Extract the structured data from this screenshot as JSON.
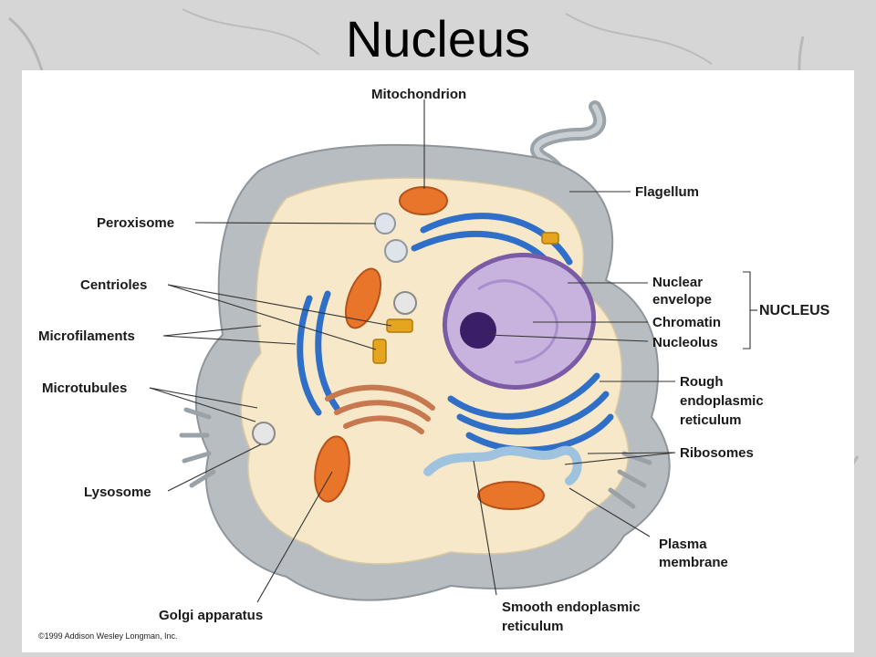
{
  "slide": {
    "title": "Nucleus"
  },
  "diagram": {
    "labels": {
      "mitochondrion": "Mitochondrion",
      "flagellum": "Flagellum",
      "peroxisome": "Peroxisome",
      "centrioles": "Centrioles",
      "microfilaments": "Microfilaments",
      "microtubules": "Microtubules",
      "lysosome": "Lysosome",
      "golgi_apparatus": "Golgi apparatus",
      "nuclear_envelope_line1": "Nuclear",
      "nuclear_envelope_line2": "envelope",
      "chromatin": "Chromatin",
      "nucleolus": "Nucleolus",
      "nucleus_group": "NUCLEUS",
      "rough_er_line1": "Rough",
      "rough_er_line2": "endoplasmic",
      "rough_er_line3": "reticulum",
      "ribosomes": "Ribosomes",
      "plasma_membrane_line1": "Plasma",
      "plasma_membrane_line2": "membrane",
      "smooth_er_line1": "Smooth endoplasmic",
      "smooth_er_line2": "reticulum"
    },
    "copyright": "©1999 Addison Wesley Longman, Inc.",
    "colors": {
      "cytoplasm": "#f6e8c8",
      "cell_membrane": "#b7bcc0",
      "nucleus": "#9a7fc0",
      "chromatin": "#3b1f66",
      "rough_er": "#2f6fc8",
      "mitochondria": "#e9752a",
      "golgi": "#c8784e",
      "centrioles": "#e5a51f"
    }
  }
}
